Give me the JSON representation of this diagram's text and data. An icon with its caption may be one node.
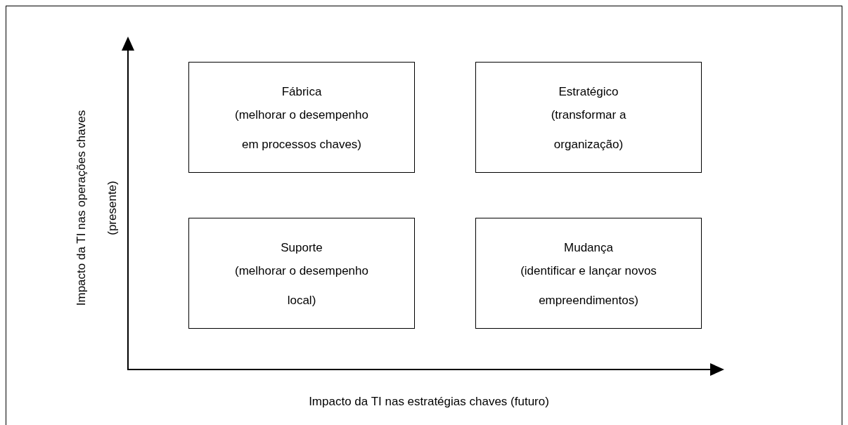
{
  "diagram": {
    "nodes": [
      {
        "text": [
          "Fábrica",
          "(melhorar o desempenho em processos chaves)"
        ]
      },
      {
        "text": [
          "Estratégico",
          "(transformar a organização)"
        ]
      },
      {
        "text": [
          "Suporte",
          "(melhorar o desempenho local)"
        ]
      },
      {
        "text": [
          "Mudança",
          "(identificar e lançar novos empreendimentos)"
        ]
      }
    ],
    "labels": [
      "Impacto da TI nas operações chaves (presente)",
      "Impacto da TI nas estratégias chaves (futuro)"
    ]
  }
}
